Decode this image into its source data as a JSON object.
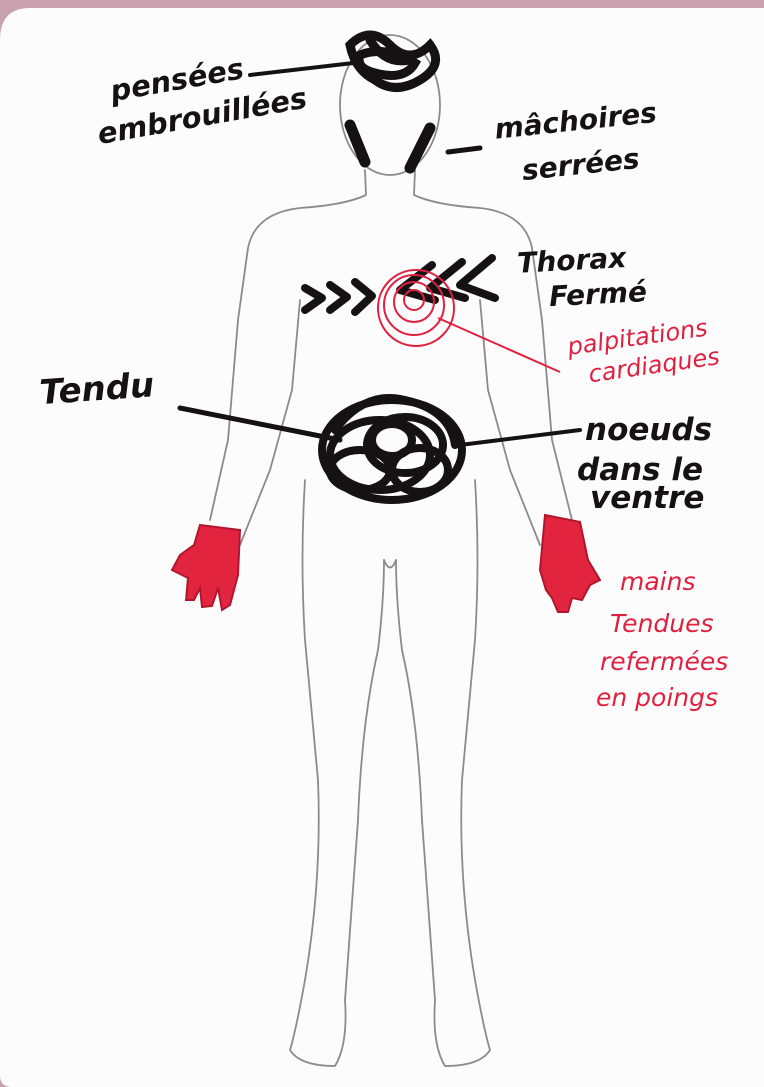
{
  "labels": {
    "pensees": [
      "pensées",
      "embrouillées"
    ],
    "machoires": [
      "mâchoires",
      "serrées"
    ],
    "thorax": [
      "Thorax",
      "Fermé"
    ],
    "palpitations": [
      "palpitations",
      "cardiaques"
    ],
    "tendu": "Tendu",
    "noeuds": [
      "noeuds",
      "dans le",
      "ventre"
    ],
    "mains": [
      "mains",
      "Tendues",
      "refermées",
      "en poings"
    ]
  },
  "colors": {
    "background": "#c9a0ad",
    "card": "#fdfcfc",
    "outline": "#8e8a8c",
    "ink_black": "#161214",
    "ink_red": "#e0203f"
  }
}
